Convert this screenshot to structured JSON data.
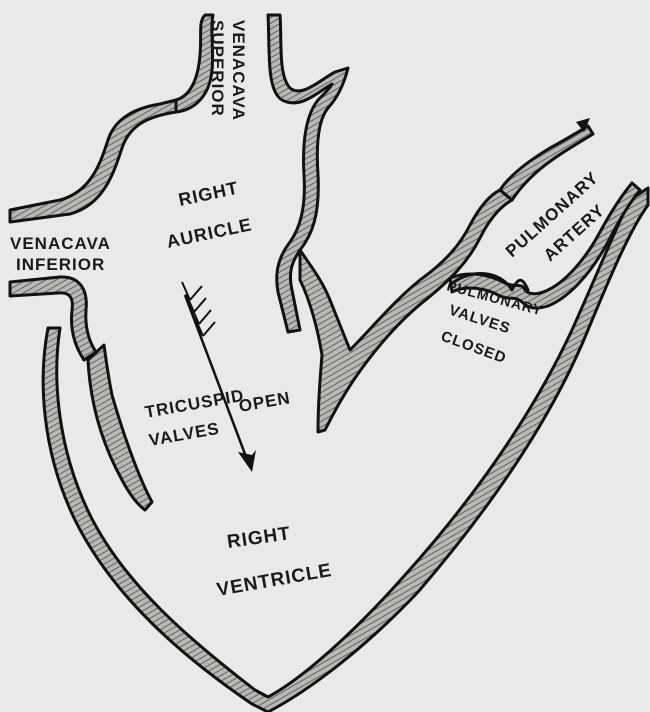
{
  "diagram": {
    "labels": {
      "venacava_superior_line1": "VENACAVA",
      "venacava_superior_line2": "SUPERIOR",
      "venacava_inferior_line1": "VENACAVA",
      "venacava_inferior_line2": "INFERIOR",
      "right_auricle_line1": "RIGHT",
      "right_auricle_line2": "AURICLE",
      "pulmonary_artery_line1": "PULMONARY",
      "pulmonary_artery_line2": "ARTERY",
      "pulmonary_valves_line1": "PULMONARY",
      "pulmonary_valves_line2": "VALVES",
      "pulmonary_valves_line3": "CLOSED",
      "tricuspid_line1": "TRICUSPID",
      "tricuspid_line2": "VALVES",
      "tricuspid_line3": "OPEN",
      "right_ventricle_line1": "RIGHT",
      "right_ventricle_line2": "VENTRICLE"
    },
    "colors": {
      "background": "#e9e9e7",
      "wall_fill": "#a9a9a6",
      "ink": "#111111"
    }
  }
}
